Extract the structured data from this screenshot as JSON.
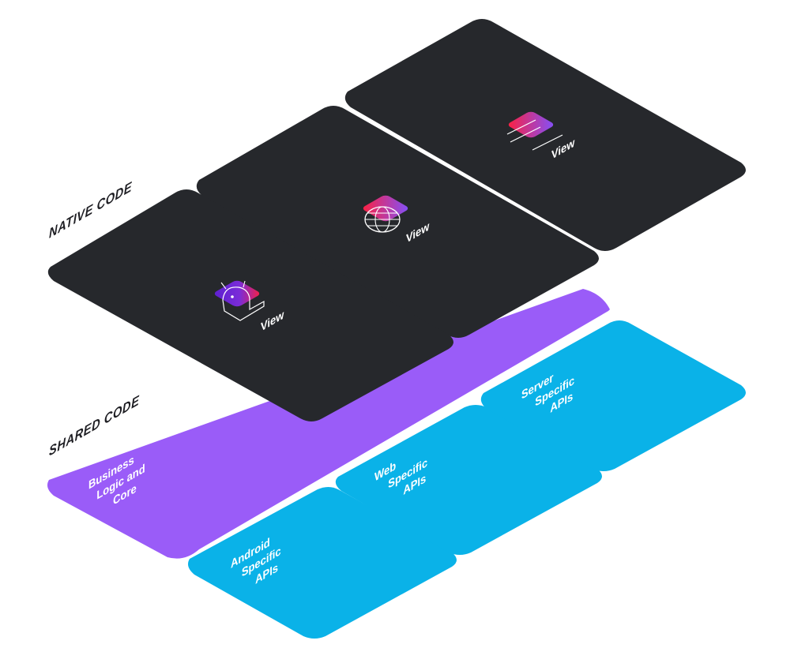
{
  "labels": {
    "native_code": "NATIVE CODE",
    "shared_code": "SHARED CODE"
  },
  "shared": {
    "business": {
      "lines": [
        "Business",
        "Logic and",
        "Core"
      ]
    }
  },
  "platform_apis": [
    {
      "id": "android",
      "lines": [
        "Android",
        "Specific",
        "APIs"
      ]
    },
    {
      "id": "web",
      "lines": [
        "Web",
        "Specific",
        "APIs"
      ]
    },
    {
      "id": "server",
      "lines": [
        "Server",
        "Specific",
        "APIs"
      ]
    }
  ],
  "views": [
    {
      "id": "android",
      "label": "View",
      "icon": "android-robot-icon"
    },
    {
      "id": "web",
      "label": "View",
      "icon": "globe-icon"
    },
    {
      "id": "server",
      "label": "View",
      "icon": "server-lines-icon"
    }
  ],
  "colors": {
    "native_card": "#26282c",
    "shared_purple": "#9a5cf8",
    "api_blue": "#0ab2e8",
    "icon_gradient_start": "#ff1f3c",
    "icon_gradient_end": "#7f52ff",
    "label_dark": "#1d1d22"
  }
}
